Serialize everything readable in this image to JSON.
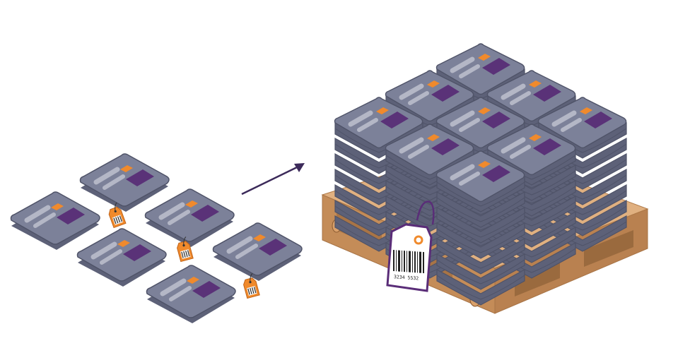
{
  "scene": {
    "background": "#ffffff",
    "colors": {
      "bag_top": "#7c8199",
      "bag_side": "#5d6178",
      "bag_edge": "#4f5368",
      "bag_stripe": "#b4b7c6",
      "bag_panel": "#5a3278",
      "bag_accent": "#f08a2c",
      "pallet_top": "#e0b080",
      "pallet_side": "#c48c58",
      "pallet_dark": "#a87446",
      "tag_orange": "#f08a2c",
      "tag_purple": "#5a2d78",
      "arrow": "#3c2a5a"
    },
    "icons": [
      "loose-bag-icon",
      "barcode-tag-icon",
      "arrow-icon",
      "stacked-bag-icon",
      "pallet-icon",
      "large-barcode-tag-icon"
    ],
    "large_tag_number": "3234 5532",
    "stack_layers": 7,
    "stack_columns": 3,
    "stack_rows": 3
  }
}
